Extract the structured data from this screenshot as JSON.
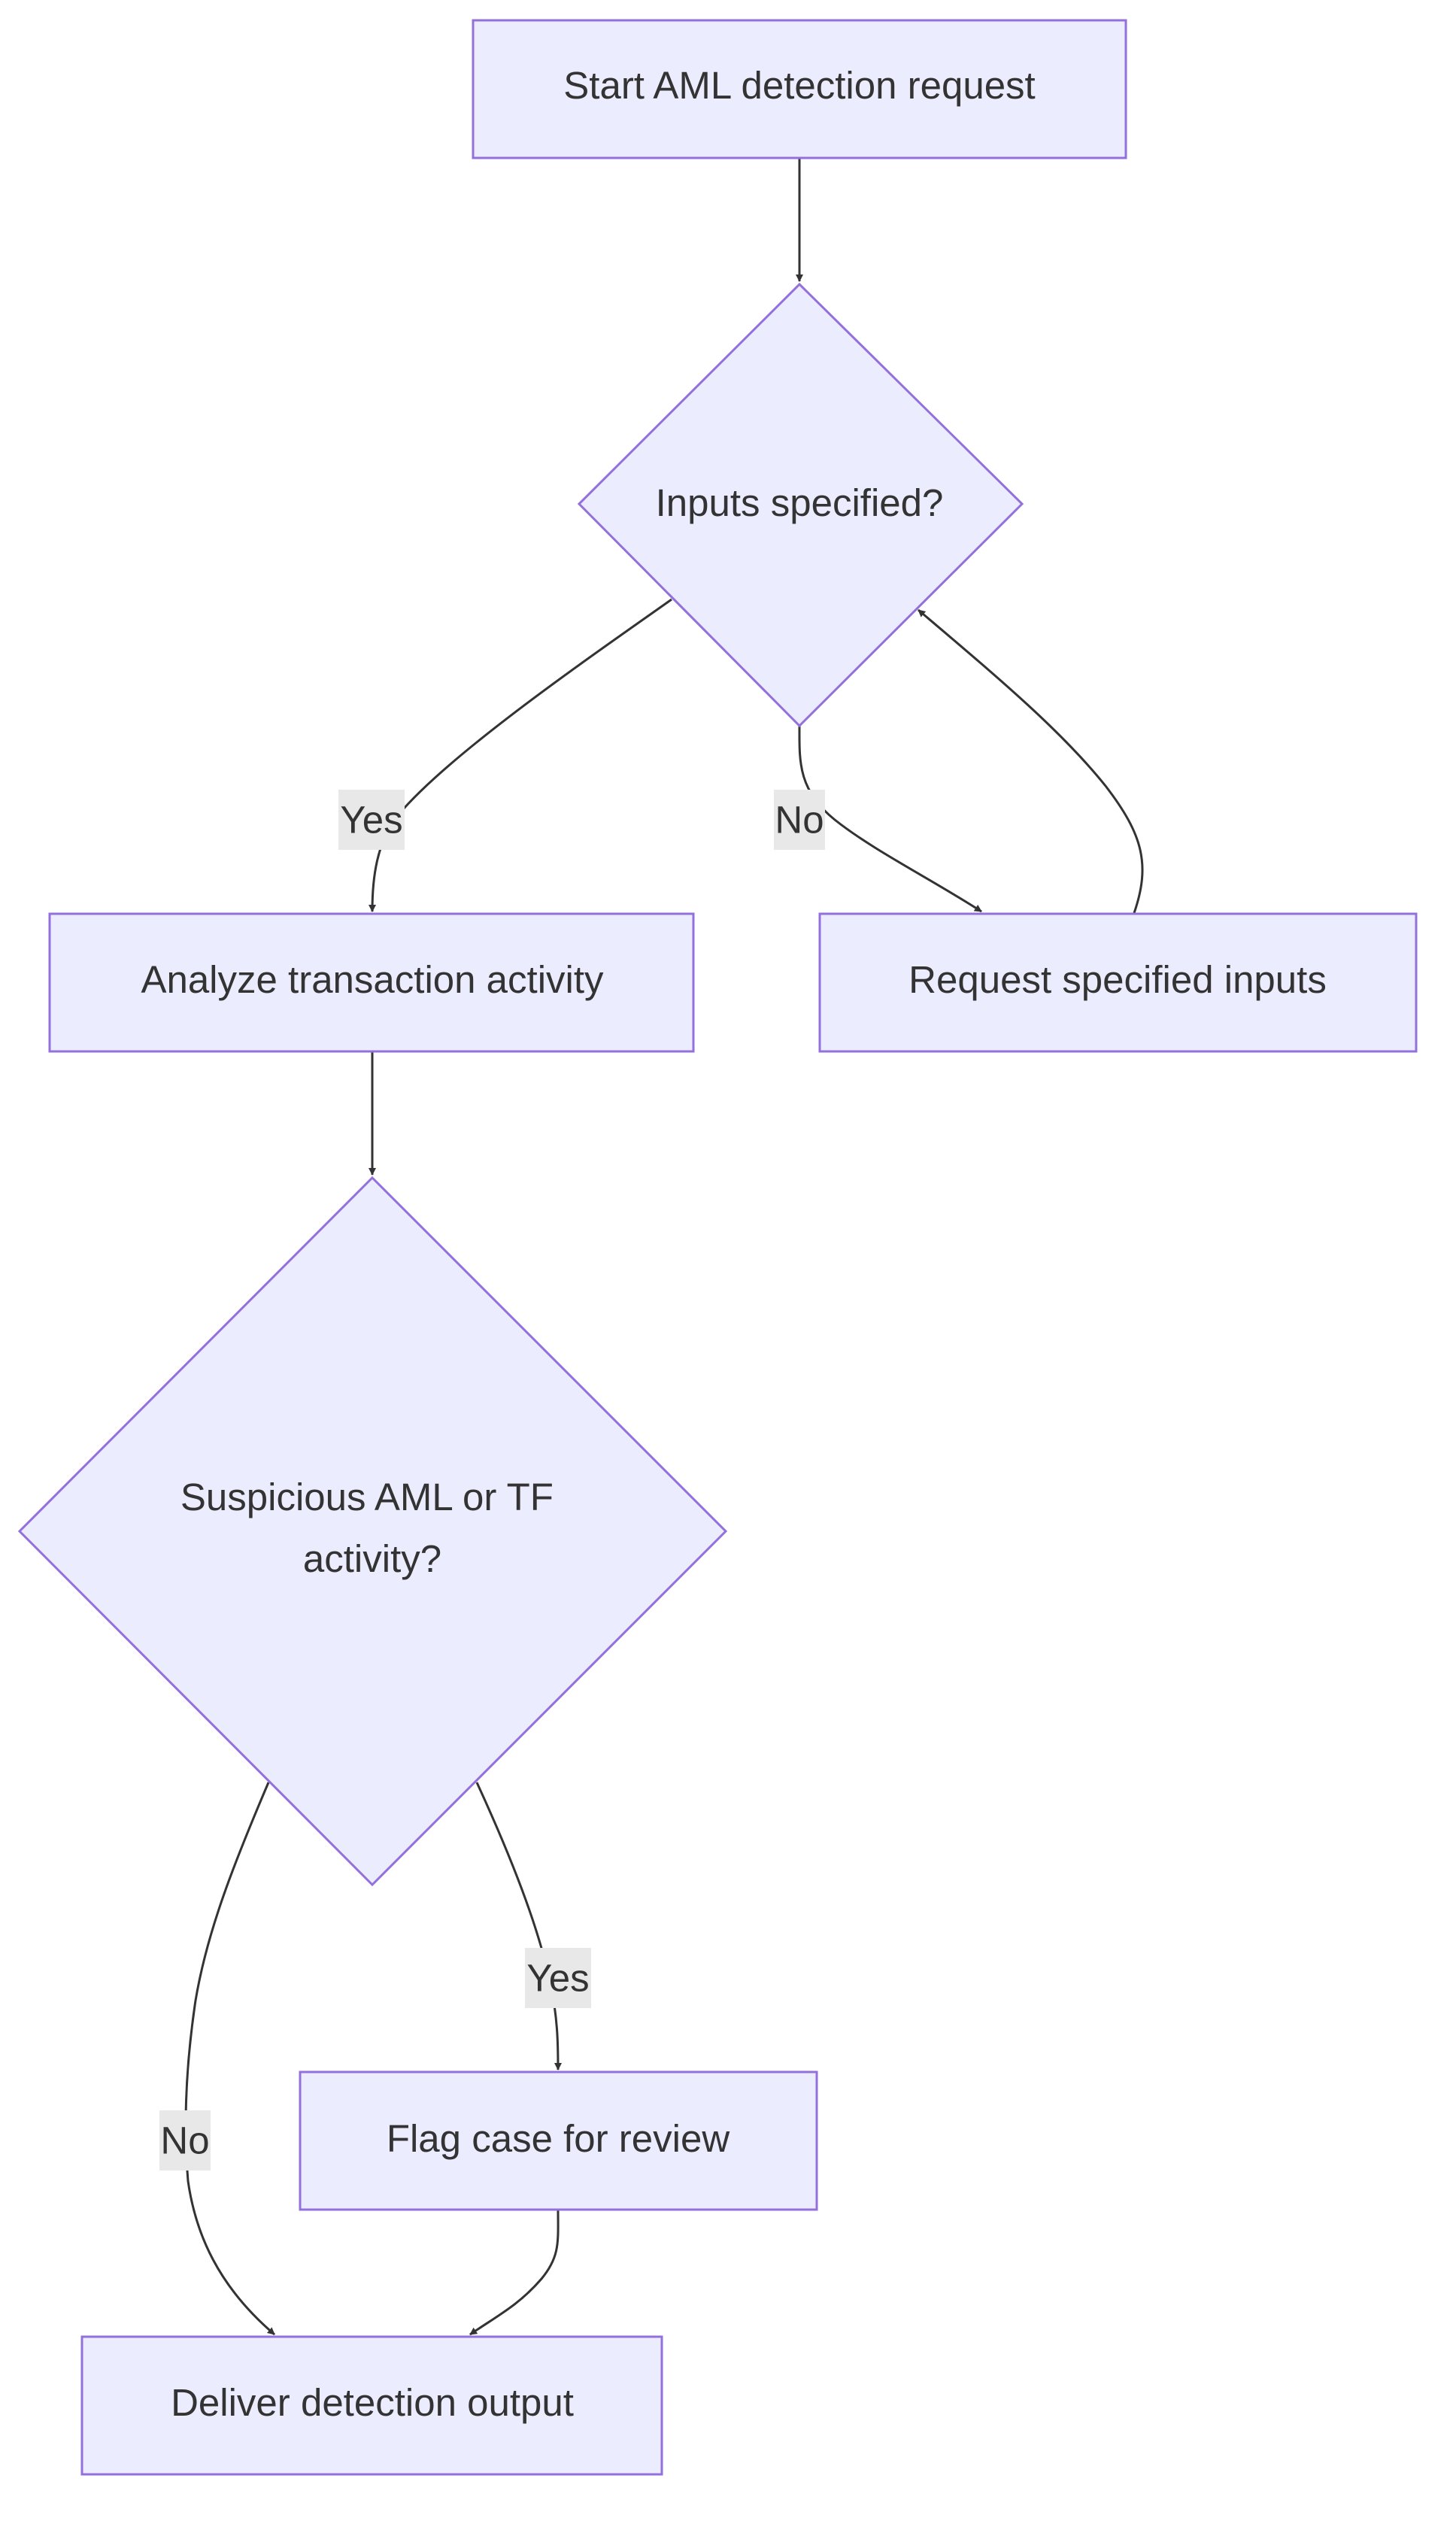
{
  "diagram": {
    "nodes": {
      "start": {
        "lines": [
          "Start AML detection request"
        ]
      },
      "inputs_check": {
        "lines": [
          "Inputs specified?"
        ]
      },
      "analyze": {
        "lines": [
          "Analyze transaction activity"
        ]
      },
      "request_inputs": {
        "lines": [
          "Request specified inputs"
        ]
      },
      "suspicious_check": {
        "lines": [
          "Suspicious AML or TF",
          "activity?"
        ]
      },
      "flag_case": {
        "lines": [
          "Flag case for review"
        ]
      },
      "deliver": {
        "lines": [
          "Deliver detection output"
        ]
      }
    },
    "edges": {
      "start_to_inputs": {
        "label": ""
      },
      "inputs_yes": {
        "label": "Yes"
      },
      "inputs_no": {
        "label": "No"
      },
      "request_back": {
        "label": ""
      },
      "analyze_to_suspicious": {
        "label": ""
      },
      "suspicious_yes": {
        "label": "Yes"
      },
      "suspicious_no": {
        "label": "No"
      },
      "flag_to_deliver": {
        "label": ""
      }
    },
    "colors": {
      "node_fill": "#ECECFF",
      "node_stroke": "#9370DB",
      "edge": "#333333",
      "label_background": "#e8e8e8",
      "text": "#333333"
    }
  }
}
